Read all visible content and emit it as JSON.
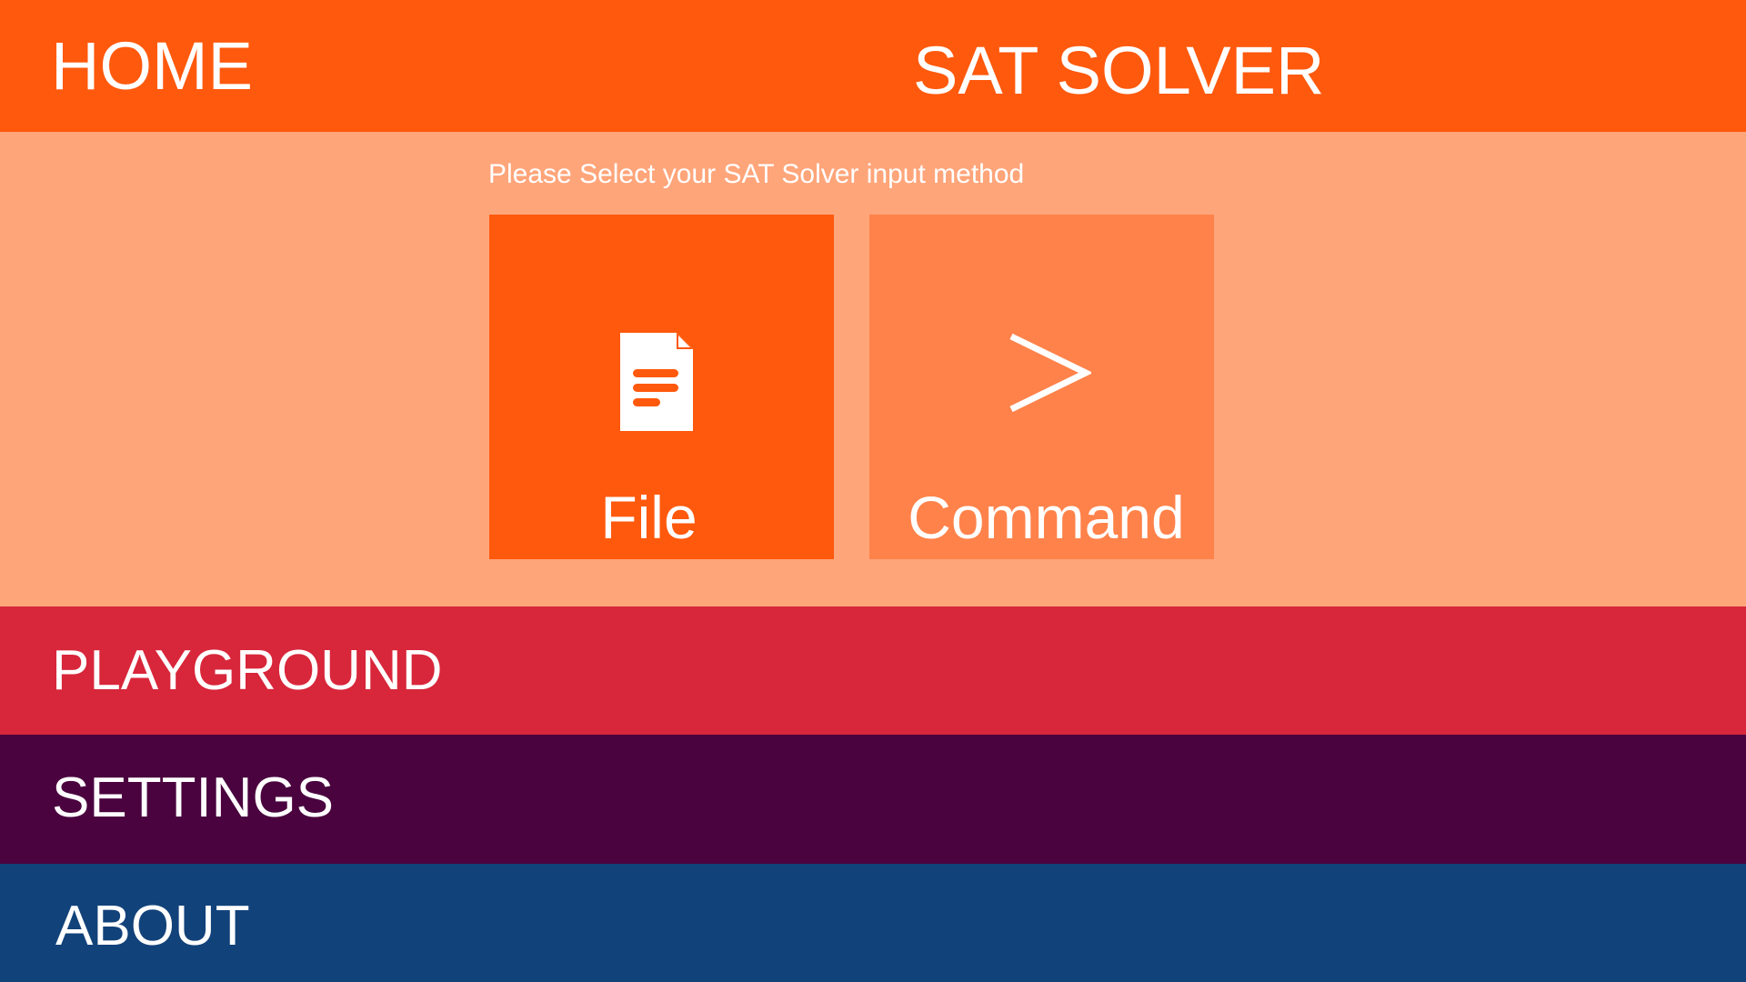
{
  "header": {
    "home_label": "HOME",
    "title": "SAT SOLVER"
  },
  "main": {
    "prompt": "Please Select your SAT Solver input method",
    "options": [
      {
        "label": "File",
        "icon": "document-icon"
      },
      {
        "label": "Command",
        "icon": "chevron-right-icon"
      }
    ]
  },
  "nav": {
    "playground": "PLAYGROUND",
    "settings": "SETTINGS",
    "about": "ABOUT"
  },
  "colors": {
    "header": "#ff590d",
    "content": "#ffa57a",
    "file_tile": "#ff590d",
    "command_tile": "#ff824a",
    "playground": "#d8263a",
    "settings": "#4a033e",
    "about": "#12427a"
  }
}
